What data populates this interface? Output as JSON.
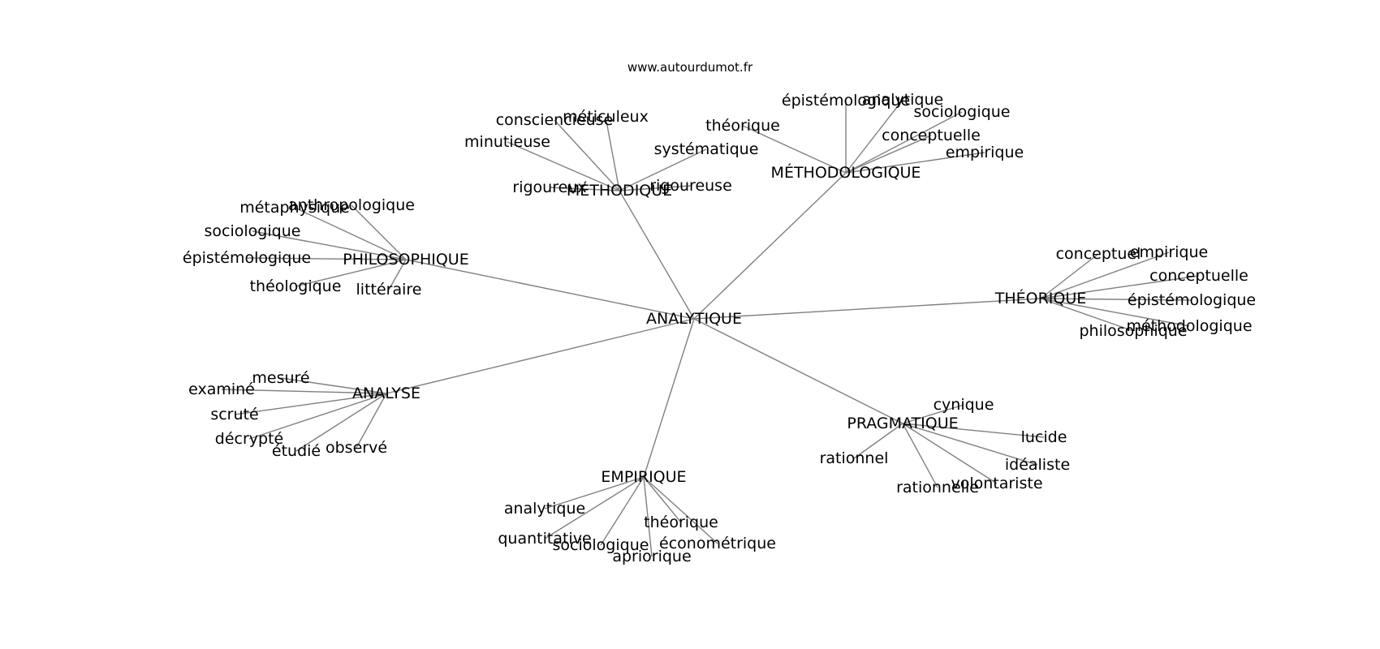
{
  "source": "www.autourdumot.fr",
  "graph": {
    "root": "ANALYTIQUE",
    "hubs": [
      {
        "label": "MÉTHODIQUE",
        "leaves": [
          "consciencieuse",
          "méticuleux",
          "minutieuse",
          "systématique",
          "rigoureux",
          "rigoureuse"
        ]
      },
      {
        "label": "MÉTHODOLOGIQUE",
        "leaves": [
          "épistémologique",
          "analytique",
          "sociologique",
          "théorique",
          "conceptuelle",
          "empirique"
        ]
      },
      {
        "label": "PHILOSOPHIQUE",
        "leaves": [
          "métaphysique",
          "anthropologique",
          "sociologique",
          "épistémologique",
          "théologique",
          "littéraire"
        ]
      },
      {
        "label": "THÉORIQUE",
        "leaves": [
          "conceptuel",
          "empirique",
          "conceptuelle",
          "épistémologique",
          "méthodologique",
          "philosophique"
        ]
      },
      {
        "label": "ANALYSE",
        "leaves": [
          "mesuré",
          "examiné",
          "scruté",
          "décrypté",
          "étudié",
          "observé"
        ]
      },
      {
        "label": "PRAGMATIQUE",
        "leaves": [
          "cynique",
          "lucide",
          "idéaliste",
          "rationnel",
          "rationnelle",
          "volontariste"
        ]
      },
      {
        "label": "EMPIRIQUE",
        "leaves": [
          "analytique",
          "quantitative",
          "théorique",
          "sociologique",
          "économétrique",
          "apriorique"
        ]
      }
    ]
  }
}
